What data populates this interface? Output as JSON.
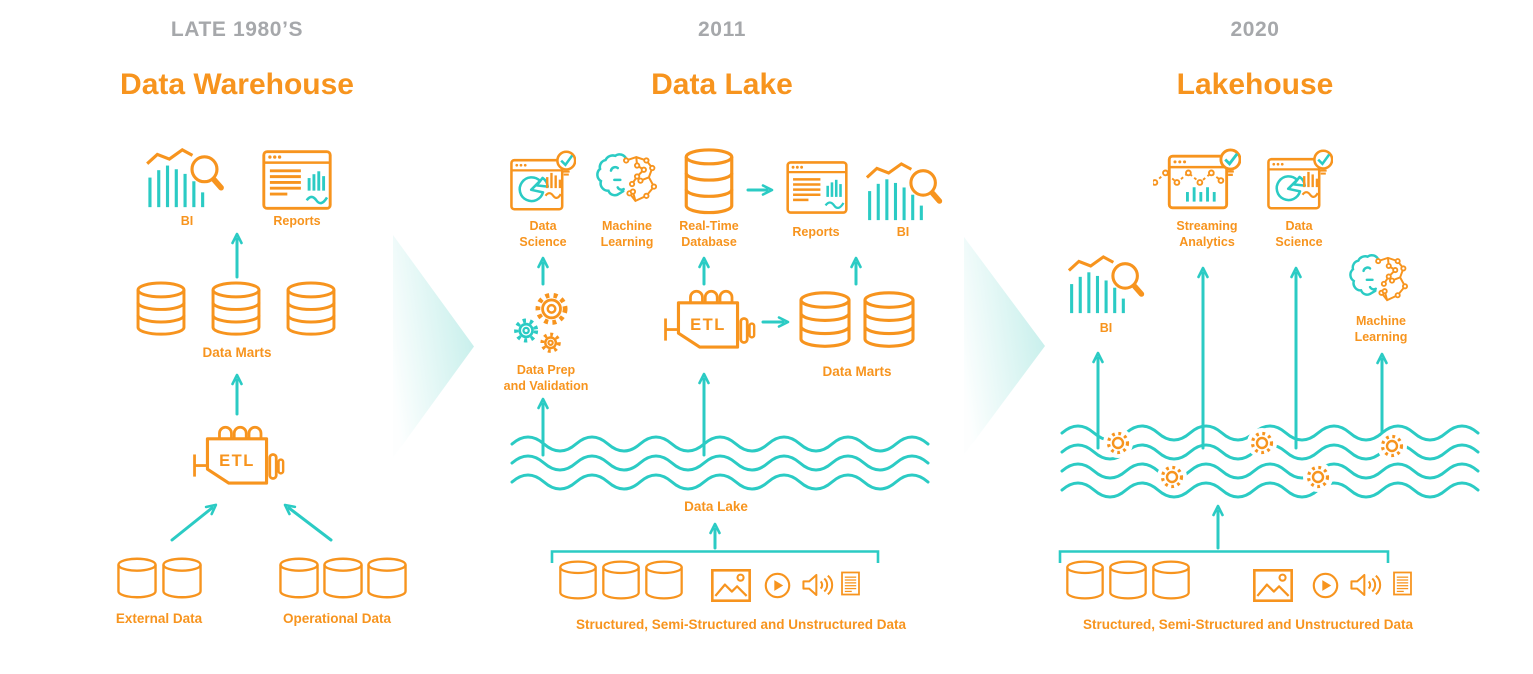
{
  "colors": {
    "orange": "#F7941E",
    "teal": "#2BCBC4",
    "gray": "#A6A8AB",
    "chevron_fill": "#C3EEEA",
    "background": "#FFFFFF"
  },
  "columns": [
    {
      "era": "LATE 1980’S",
      "title": "Data Warehouse",
      "labels": {
        "bi": "BI",
        "reports": "Reports",
        "data_marts": "Data Marts",
        "etl": "ETL",
        "external_data": "External Data",
        "operational_data": "Operational Data"
      }
    },
    {
      "era": "2011",
      "title": "Data Lake",
      "labels": {
        "data_science": "Data Science",
        "machine_learning": "Machine Learning",
        "realtime_database": "Real-Time Database",
        "reports": "Reports",
        "bi": "BI",
        "data_prep": "Data Prep\nand Validation",
        "etl": "ETL",
        "data_marts": "Data Marts",
        "data_lake": "Data Lake",
        "source_data": "Structured, Semi-Structured and Unstructured Data"
      }
    },
    {
      "era": "2020",
      "title": "Lakehouse",
      "labels": {
        "streaming_analytics": "Streaming Analytics",
        "data_science": "Data Science",
        "bi": "BI",
        "machine_learning": "Machine Learning",
        "source_data": "Structured, Semi-Structured and Unstructured Data"
      }
    }
  ],
  "icons": {
    "bi-icon": "bar-chart-trend-magnifier",
    "reports-icon": "report-window",
    "database-icon": "database-cylinder",
    "etl-icon": "etl-engine",
    "data-science-icon": "window-pie-bulb",
    "machine-learning-icon": "brain-circuit",
    "realtime-database-icon": "tall-database-cylinder",
    "data-prep-icon": "gears",
    "streaming-analytics-icon": "window-stream-bulb",
    "image-icon": "picture-frame",
    "video-icon": "play-circle",
    "audio-icon": "speaker-waves",
    "document-icon": "text-document",
    "data-lake-icon": "waves",
    "lakehouse-icon": "waves-with-gears",
    "evolution-arrow-icon": "chevron-right"
  }
}
